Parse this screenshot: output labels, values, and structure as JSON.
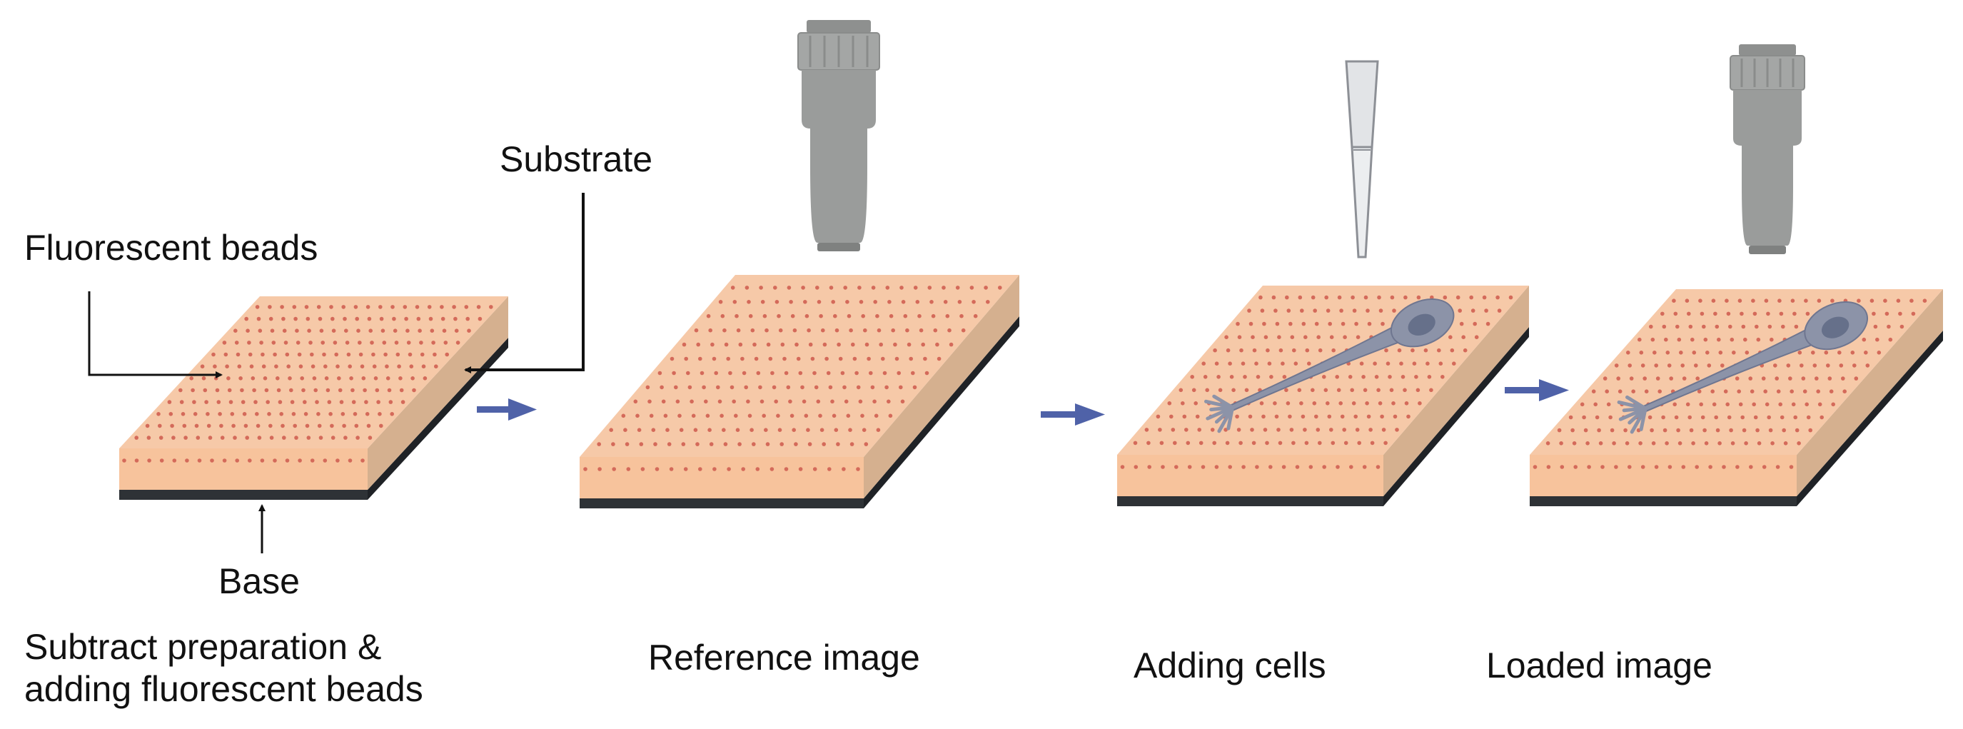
{
  "labels": {
    "substrate": "Substrate",
    "fluorescent_beads": "Fluorescent beads",
    "base": "Base"
  },
  "steps": [
    {
      "caption_line1": "Subtract preparation &",
      "caption_line2": "adding fluorescent beads"
    },
    {
      "caption": "Reference image"
    },
    {
      "caption": "Adding cells"
    },
    {
      "caption": "Loaded image"
    }
  ],
  "colors": {
    "gel_top": "#f6c9a8",
    "gel_front": "#f7c39c",
    "gel_side": "#d5b08f",
    "bead": "#d46a5a",
    "base": "#2e3236",
    "flow_arrow": "#4f62a8",
    "objective": "#9a9c9b",
    "cell": "#8c93a8",
    "nucleus": "#66708a",
    "pipette": "#e2e4e7"
  },
  "icons": [
    "microscope-objective-icon",
    "pipette-icon",
    "cell-icon",
    "flow-arrow-icon"
  ]
}
